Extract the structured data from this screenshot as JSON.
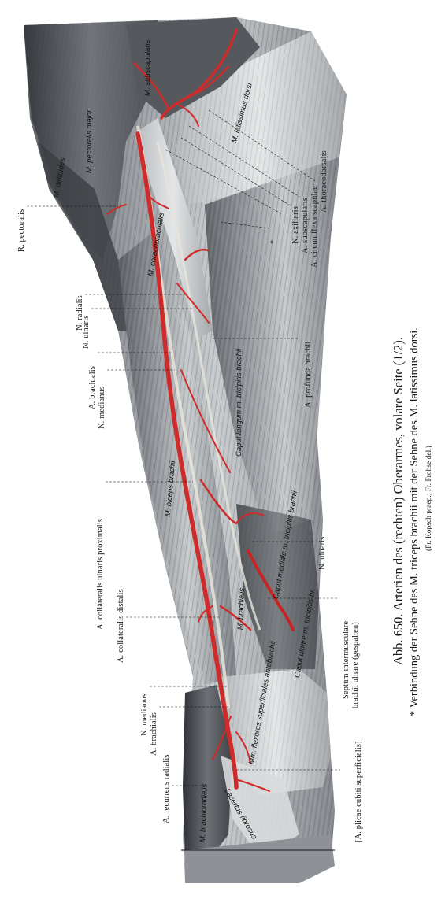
{
  "labels": {
    "r_pectoralis": "R. pectoralis",
    "n_radialis": "N. radialis",
    "n_ulnaris_upper": "N. ulnaris",
    "a_brachialis_upper": "A. brachialis",
    "n_medianus_upper": "N. medianus",
    "a_coll_ulnaris_prox": "A. collateralis ulnaris proximalis",
    "a_coll_distalis": "A. collateralis distalis",
    "n_medianus_lower": "N. medianus",
    "a_brachialis_lower": "A. brachialis",
    "a_recurrens_radialis": "A. recurrens radialis",
    "a_plicae": "[A. plicae cubiti superficialis]",
    "a_thoracodorsalis": "A. thoracodorsalis",
    "a_circumflexa": "A. circumflexa scapulae",
    "a_subscapularis": "A. subscapularis",
    "n_axillaris": "N. axillaris",
    "asterisk": "*",
    "a_profunda": "A. profunda brachii",
    "n_ulnaris_lower": "N. ulnaris",
    "septum_1": "Septum intermusculare",
    "septum_2": "brachii ulnare (gespalten)"
  },
  "muscles": {
    "m_subscapularis": "M. subscapularis",
    "m_pect_major": "M. pectoralis major",
    "m_latissimus": "M. latissimus dorsi",
    "m_deltoides": "M. deltoides",
    "m_coracobrachialis": "M. coracobrachialis",
    "m_triceps_longum": "Caput longum m. tricipitis brachii",
    "m_biceps": "M. biceps brachii",
    "m_triceps_mediale": "Caput mediale m. tricipitis brachii",
    "m_brachialis": "M. brachialis",
    "m_triceps_ulnare": "Caput ulnare m. tricipitis br.",
    "m_flexores": "Mm. flexores superficiales antebrachii",
    "lacertus": "Lacertus fibrosus",
    "m_brachioradialis": "M. brachioradialis"
  },
  "caption": {
    "line1": "Abb. 650. Arterien des (rechten) Oberarmes, volare Seite (1/2).",
    "line2": "* Verbindung der Sehne des M. triceps brachii mit der Sehne des M. latissimus dorsi.",
    "line3": "(Fr. Kopsch praep.; Fr. Frohse del.)"
  },
  "colors": {
    "artery": "#cf2b2b",
    "muscle_dark": "#4a4d52",
    "muscle_light": "#c9ccce"
  }
}
